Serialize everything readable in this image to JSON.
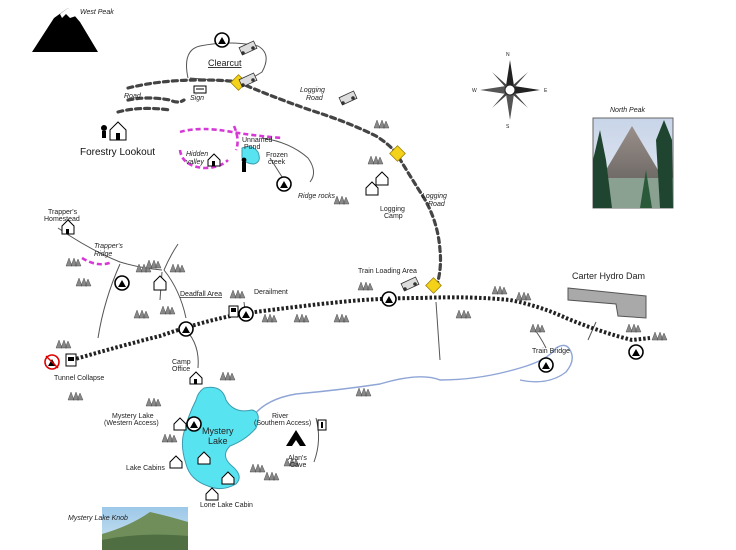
{
  "peaks": {
    "west": "West Peak",
    "north": "North Peak",
    "mystery_knob": "Mystery Lake Knob"
  },
  "places": {
    "clearcut": "Clearcut",
    "road": "Road",
    "sign": "Sign",
    "logging_road_top": [
      "Logging",
      "Road"
    ],
    "logging_road_right": [
      "Logging",
      "Road"
    ],
    "forestry_lookout": "Forestry Lookout",
    "hidden_valley": [
      "Hidden",
      "valley"
    ],
    "unnamed_pond": [
      "Unnamed",
      "Pond"
    ],
    "frozen_creek": [
      "Frozen",
      "creek"
    ],
    "ridge_rocks": "Ridge rocks",
    "logging_camp": [
      "Logging",
      "Camp"
    ],
    "trappers_homestead": [
      "Trapper's",
      "Homestead"
    ],
    "trappers_ridge": [
      "Trapper's",
      "Ridge"
    ],
    "deadfall_area": "Deadfall Area",
    "derailment": "Derailment",
    "train_loading_area": "Train Loading Area",
    "carter_hydro_dam": "Carter Hydro Dam",
    "train_bridge": "Train Bridge",
    "tunnel_collapse": "Tunnel Collapse",
    "camp_office": [
      "Camp",
      "Office"
    ],
    "mystery_lake_western": [
      "Mystery Lake",
      "(Western Access)"
    ],
    "mystery_lake": [
      "Mystery",
      "Lake"
    ],
    "river_southern": [
      "River",
      "(Southern Access)"
    ],
    "lake_cabins": "Lake Cabins",
    "alans_cave": [
      "Alan's",
      "Cave"
    ],
    "lone_lake_cabin": "Lone Lake Cabin"
  },
  "compass": {
    "n": "N",
    "s": "S",
    "e": "E",
    "w": "W"
  },
  "colors": {
    "lake": "#58e3f0",
    "trail_pink": "#d63ad6",
    "hazard_yellow": "#f5d21a",
    "river": "#8fa5d6",
    "dam": "#a9a9a9"
  }
}
